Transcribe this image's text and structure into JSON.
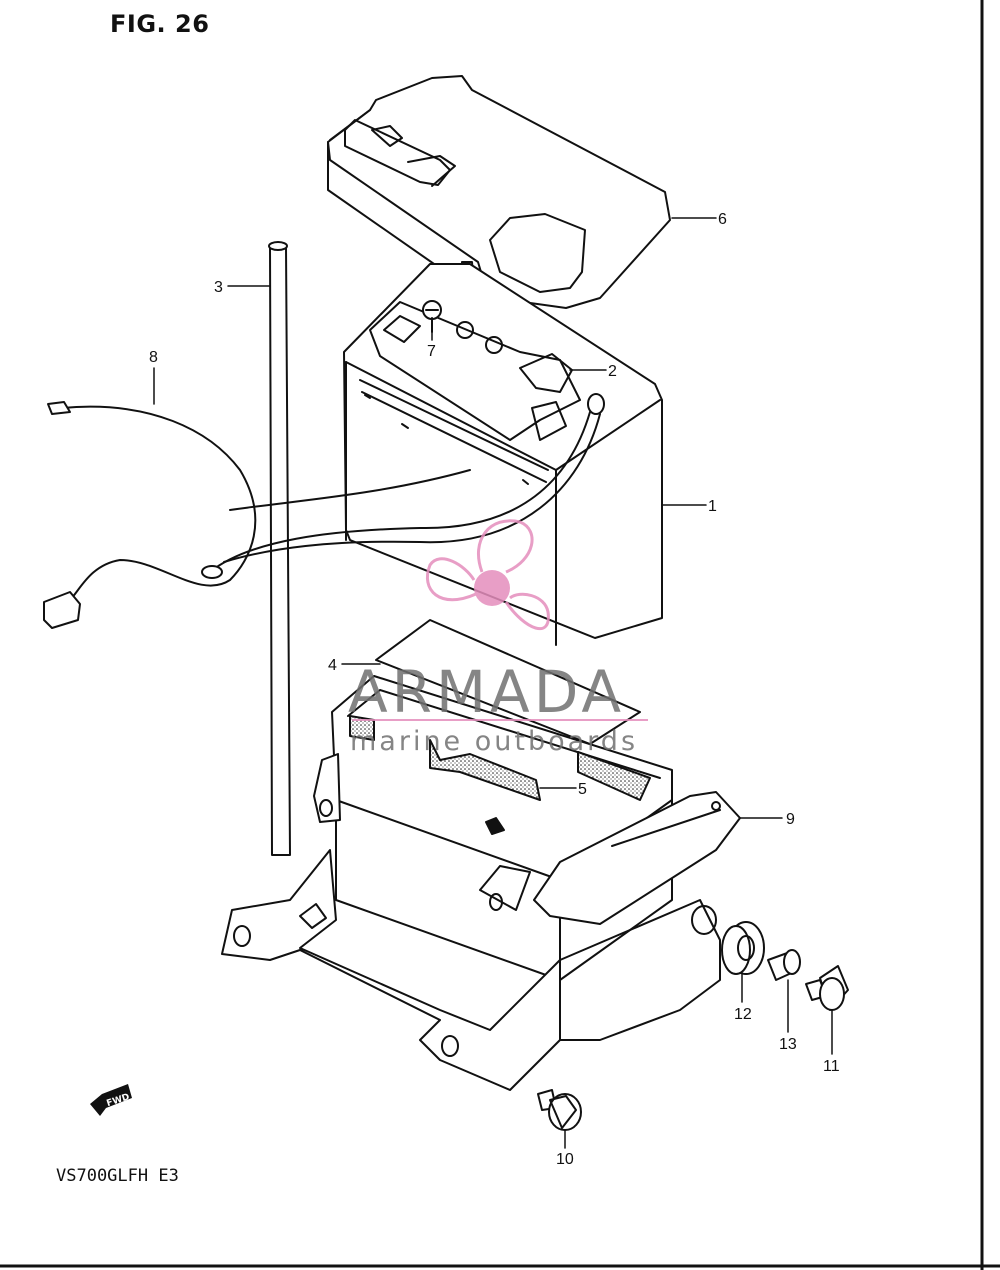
{
  "figure": {
    "title": "FIG. 26",
    "model": "VS700GLFH E3",
    "fwd_label": "FWD"
  },
  "callouts": [
    "1",
    "2",
    "3",
    "4",
    "5",
    "6",
    "7",
    "8",
    "9",
    "10",
    "11",
    "12",
    "13"
  ],
  "watermark": {
    "title": "ARMADA",
    "subtitle": "marine outboards",
    "colors": {
      "text": "#707070",
      "accent": "#e58ebd"
    },
    "icon": "propeller-logo-icon"
  },
  "colors": {
    "line": "#111111",
    "background": "#ffffff"
  }
}
